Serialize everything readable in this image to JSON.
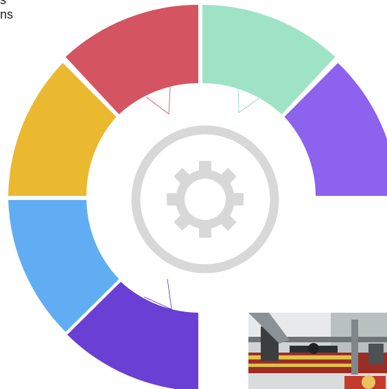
{
  "corner_text": "s\nns",
  "diagram": {
    "segments": [
      {
        "name": "green-segment",
        "color": "#9fe3c6"
      },
      {
        "name": "purple-segment",
        "color": "#8c62ee"
      },
      {
        "name": "red-segment",
        "color": "#d45462"
      },
      {
        "name": "yellow-segment",
        "color": "#ebb930"
      },
      {
        "name": "blue-segment",
        "color": "#61adf3"
      },
      {
        "name": "violet-segment",
        "color": "#6a3fd3"
      }
    ],
    "center_icon": "gear-icon",
    "ring_color": "#d8d8d8"
  },
  "photo": {
    "icon": "industrial-machine-photo"
  }
}
